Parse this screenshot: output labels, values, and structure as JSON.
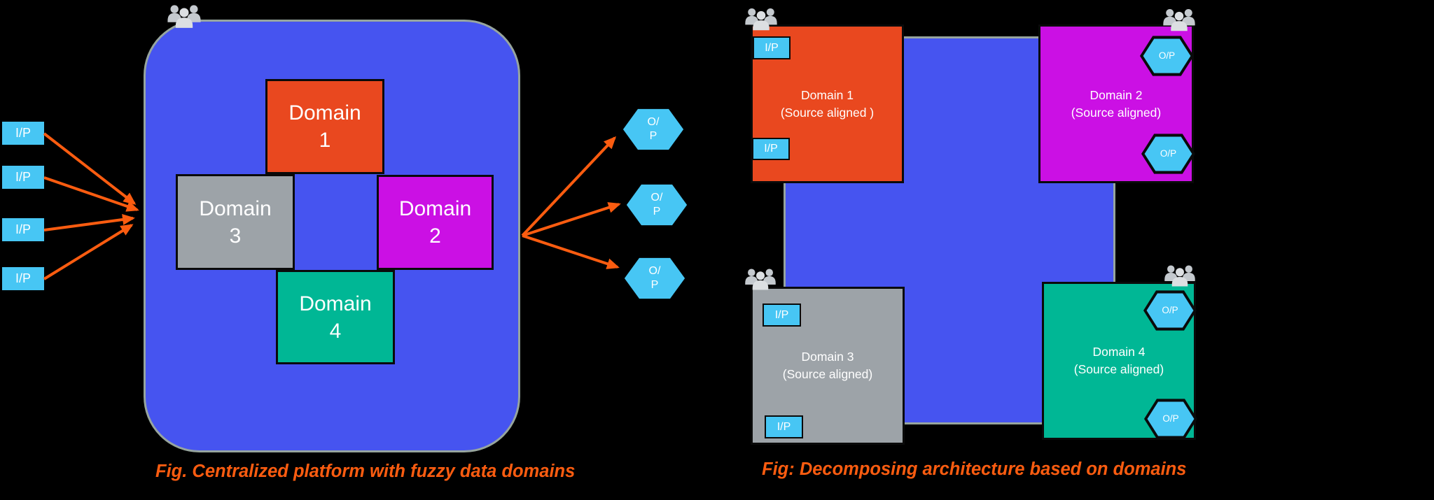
{
  "colors": {
    "background": "#000000",
    "platform_blue": "#4654F0",
    "platform_outline_gray": "#97A59E",
    "domain1_orange": "#E9481F",
    "domain2_magenta": "#CB10E4",
    "domain3_gray": "#9DA3A8",
    "domain4_teal": "#00B795",
    "io_light_blue": "#47C6F4",
    "arrow_orange": "#FB5C10",
    "caption_orange": "#FB5C10"
  },
  "icons": {
    "users_group": "users-group-icon",
    "input_port": "ip-tag",
    "output_port": "op-hexagon"
  },
  "left_figure": {
    "inputs": [
      {
        "label": "I/P"
      },
      {
        "label": "I/P"
      },
      {
        "label": "I/P"
      },
      {
        "label": "I/P"
      }
    ],
    "domains": [
      {
        "line1": "Domain",
        "line2": "1"
      },
      {
        "line1": "Domain",
        "line2": "3"
      },
      {
        "line1": "Domain",
        "line2": "2"
      },
      {
        "line1": "Domain",
        "line2": "4"
      }
    ],
    "outputs": [
      {
        "line1": "O/",
        "line2": "P"
      },
      {
        "line1": "O/",
        "line2": "P"
      },
      {
        "line1": "O/",
        "line2": "P"
      }
    ],
    "caption": "Fig. Centralized platform with fuzzy data domains"
  },
  "right_figure": {
    "domains": [
      {
        "title": "Domain 1",
        "subtitle": "(Source aligned )",
        "ports": [
          "I/P",
          "I/P"
        ]
      },
      {
        "title": "Domain 2",
        "subtitle": "(Source aligned)",
        "ports": [
          "O/P",
          "O/P"
        ]
      },
      {
        "title": "Domain 3",
        "subtitle": "(Source aligned)",
        "ports": [
          "I/P",
          "I/P"
        ]
      },
      {
        "title": "Domain 4",
        "subtitle": "(Source aligned)",
        "ports": [
          "O/P",
          "O/P"
        ]
      }
    ],
    "caption": "Fig: Decomposing architecture based on domains"
  }
}
